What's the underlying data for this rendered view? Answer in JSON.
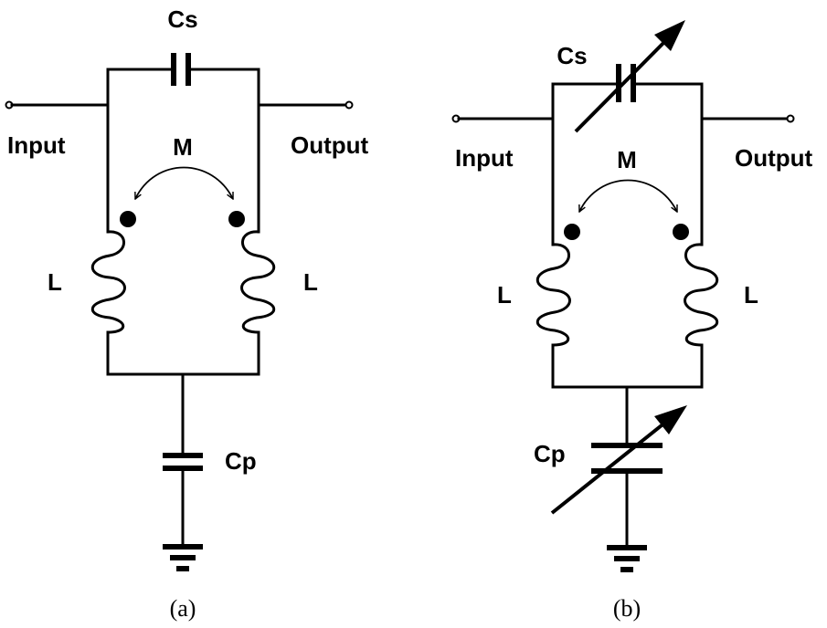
{
  "circuit_a": {
    "caption": "(a)",
    "labels": {
      "cs": "Cs",
      "cp": "Cp",
      "m": "M",
      "l_left": "L",
      "l_right": "L",
      "input": "Input",
      "output": "Output"
    },
    "capacitors": "fixed"
  },
  "circuit_b": {
    "caption": "(b)",
    "labels": {
      "cs": "Cs",
      "cp": "Cp",
      "m": "M",
      "l_left": "L",
      "l_right": "L",
      "input": "Input",
      "output": "Output"
    },
    "capacitors": "variable"
  },
  "colors": {
    "line": "#000000",
    "background": "#ffffff"
  }
}
